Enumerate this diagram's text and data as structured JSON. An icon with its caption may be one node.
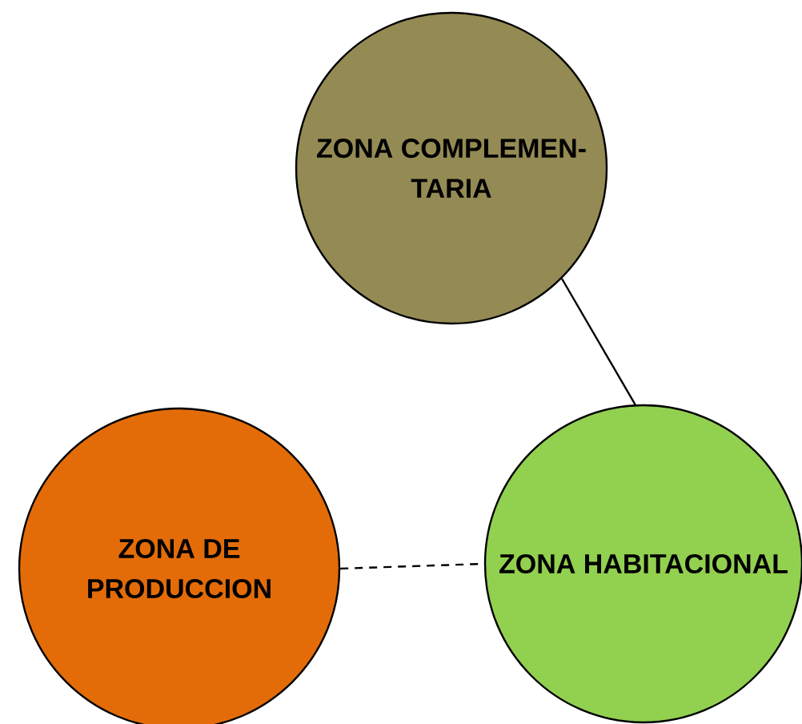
{
  "diagram": {
    "nodes": [
      {
        "text": [
          "ZONA COMPLEMEN- TARIA"
        ]
      },
      {
        "text": [
          "ZONA DE PRODUCCION"
        ]
      },
      {
        "text": [
          "ZONA HABITACIONAL"
        ]
      }
    ],
    "edges": [
      {
        "from": 0,
        "to": 2,
        "arrow": "none"
      },
      {
        "from": 1,
        "to": 2,
        "arrow": "none",
        "style": "dashed"
      }
    ]
  }
}
